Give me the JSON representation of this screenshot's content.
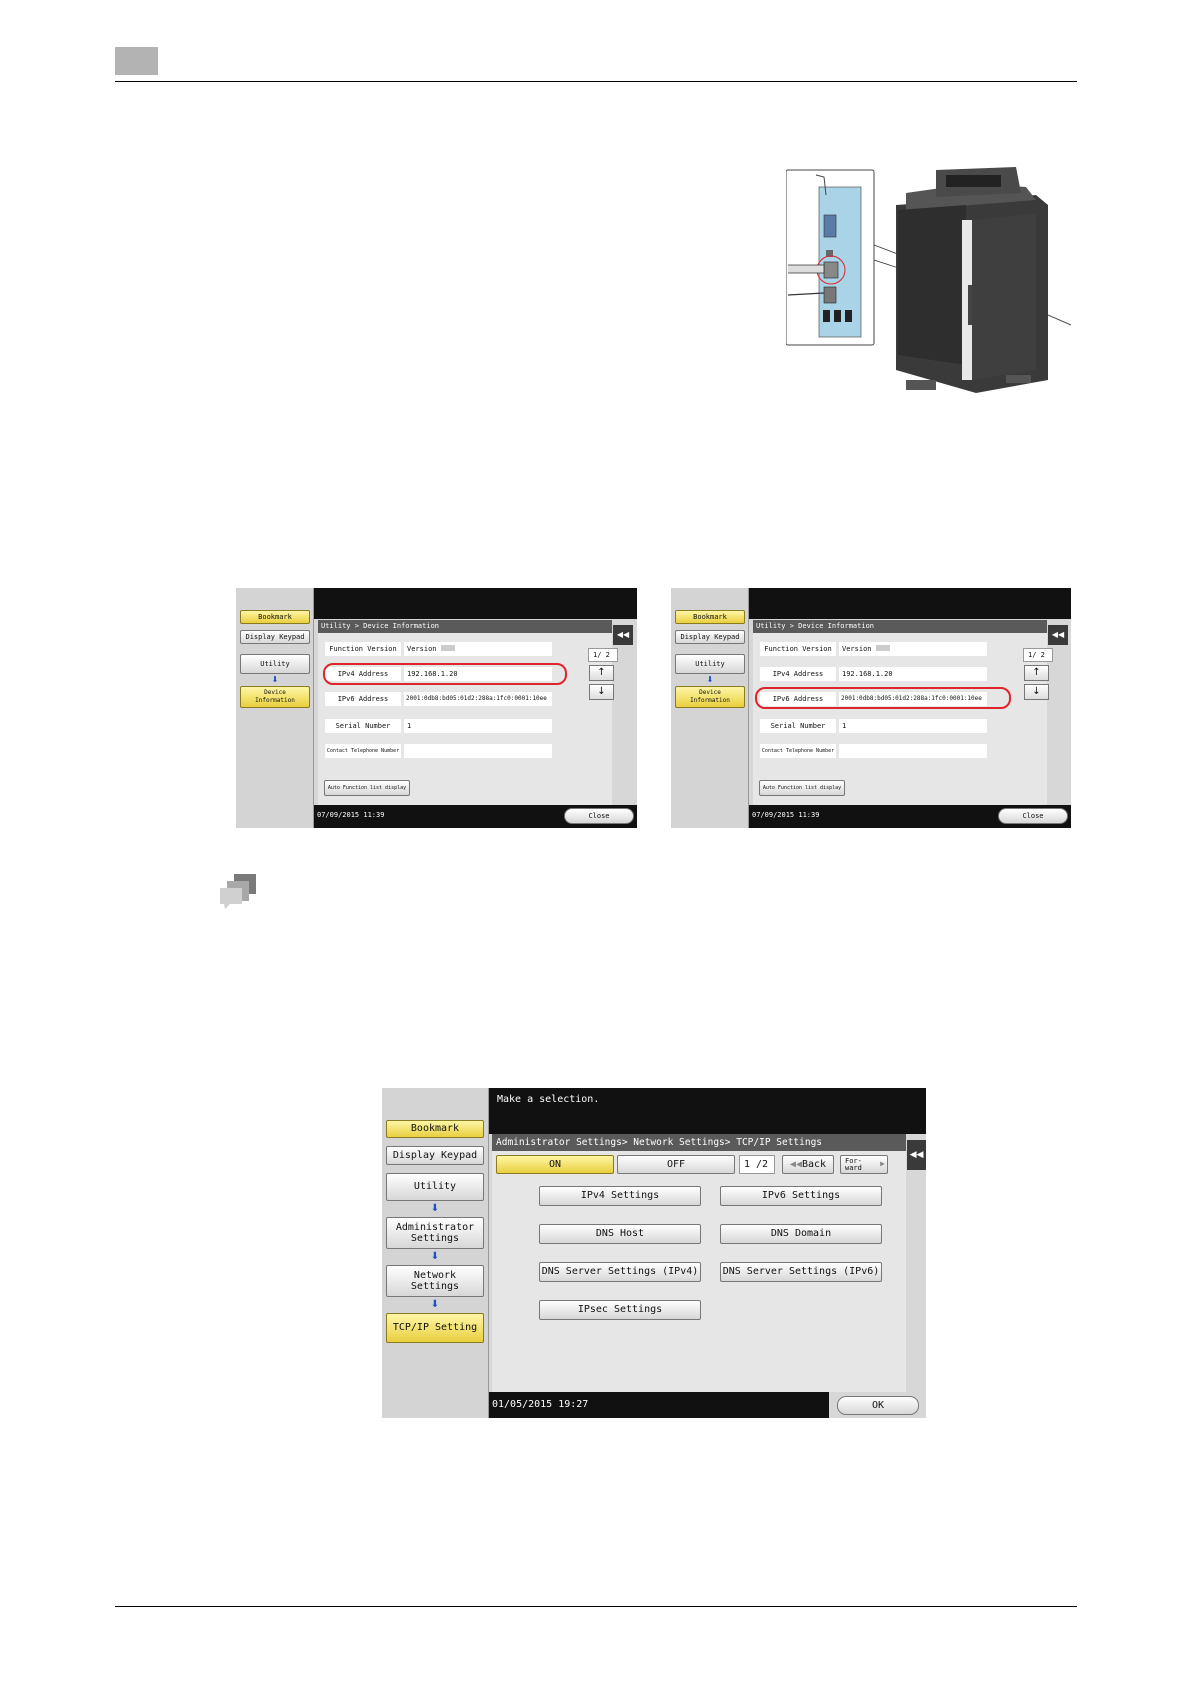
{
  "screen_left": {
    "side": {
      "bookmark": "Bookmark",
      "display_keypad": "Display Keypad",
      "utility": "Utility",
      "device_info": [
        "Device",
        "Information"
      ]
    },
    "breadcrumb": "Utility > Device Information",
    "rows": [
      {
        "label": "Function Version",
        "value": "Version"
      },
      {
        "label": "IPv4 Address",
        "value": "192.168.1.20"
      },
      {
        "label": "IPv6 Address",
        "value": "2001:0db8:bd05:01d2:288a:1fc0:0001:10ee"
      },
      {
        "label": "Serial Number",
        "value": "1"
      },
      {
        "label": "Contact Telephone Number",
        "value": ""
      }
    ],
    "page_indicator": "1/ 2",
    "auto_function": "Auto Function list display",
    "datetime": "07/09/2015  11:39",
    "close": "Close"
  },
  "screen_right": {
    "side": {
      "bookmark": "Bookmark",
      "display_keypad": "Display Keypad",
      "utility": "Utility",
      "device_info": [
        "Device",
        "Information"
      ]
    },
    "breadcrumb": "Utility > Device Information",
    "rows": [
      {
        "label": "Function Version",
        "value": "Version"
      },
      {
        "label": "IPv4 Address",
        "value": "192.168.1.20"
      },
      {
        "label": "IPv6 Address",
        "value": "2001:0db8:bd05:01d2:288a:1fc0:0001:10ee"
      },
      {
        "label": "Serial Number",
        "value": "1"
      },
      {
        "label": "Contact Telephone Number",
        "value": ""
      }
    ],
    "page_indicator": "1/ 2",
    "auto_function": "Auto Function list display",
    "datetime": "07/09/2015  11:39",
    "close": "Close"
  },
  "screen_tcpip": {
    "message": "Make a selection.",
    "side": {
      "bookmark": "Bookmark",
      "display_keypad": "Display Keypad",
      "utility": "Utility",
      "admin": [
        "Administrator",
        "Settings"
      ],
      "network": [
        "Network",
        "Settings"
      ],
      "tcpip": "TCP/IP Setting"
    },
    "breadcrumb": "Administrator Settings> Network Settings> TCP/IP Settings",
    "on": "ON",
    "off": "OFF",
    "page_indicator": "1 /2",
    "back": "Back",
    "forward": [
      "For-",
      "ward"
    ],
    "buttons": [
      "IPv4 Settings",
      "IPv6 Settings",
      "DNS Host",
      "DNS Domain",
      "DNS Server Settings (IPv4)",
      "DNS Server Settings (IPv6)",
      "IPsec Settings"
    ],
    "datetime": "01/05/2015  19:27",
    "ok": "OK"
  },
  "colors": {
    "highlight": "#e0242c",
    "yellow_button": "#f2dc5a",
    "arrow_blue": "#1d4fd0"
  },
  "icons": [
    "tips-speech-bubbles-icon",
    "collapse-arrow-icon",
    "arrow-up-icon",
    "arrow-down-icon"
  ]
}
